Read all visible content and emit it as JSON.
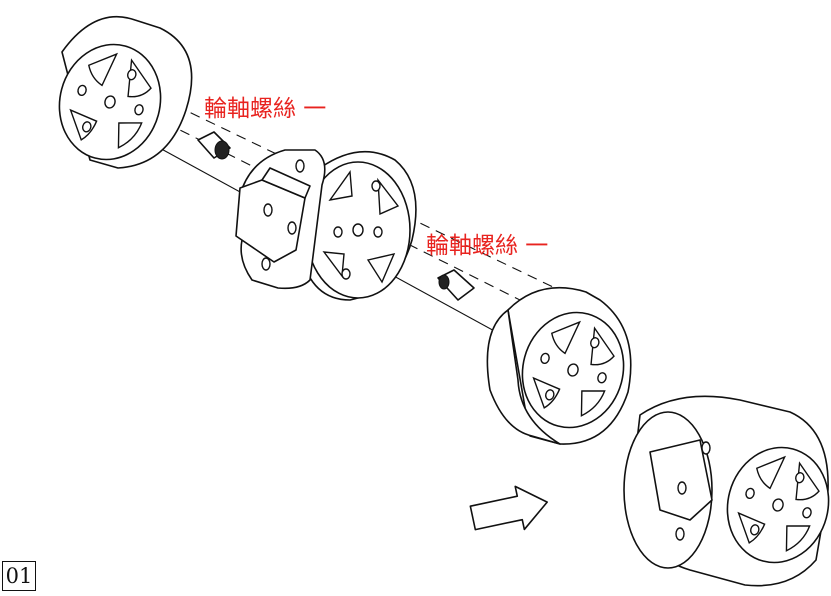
{
  "labels": {
    "screw_label_1": "輪軸螺絲 一",
    "screw_label_2": "輪軸螺絲 一"
  },
  "step_number": "01",
  "colors": {
    "label": "#e8231f",
    "line": "#111111",
    "background": "#ffffff"
  },
  "icons": [
    "right-arrow-icon"
  ]
}
